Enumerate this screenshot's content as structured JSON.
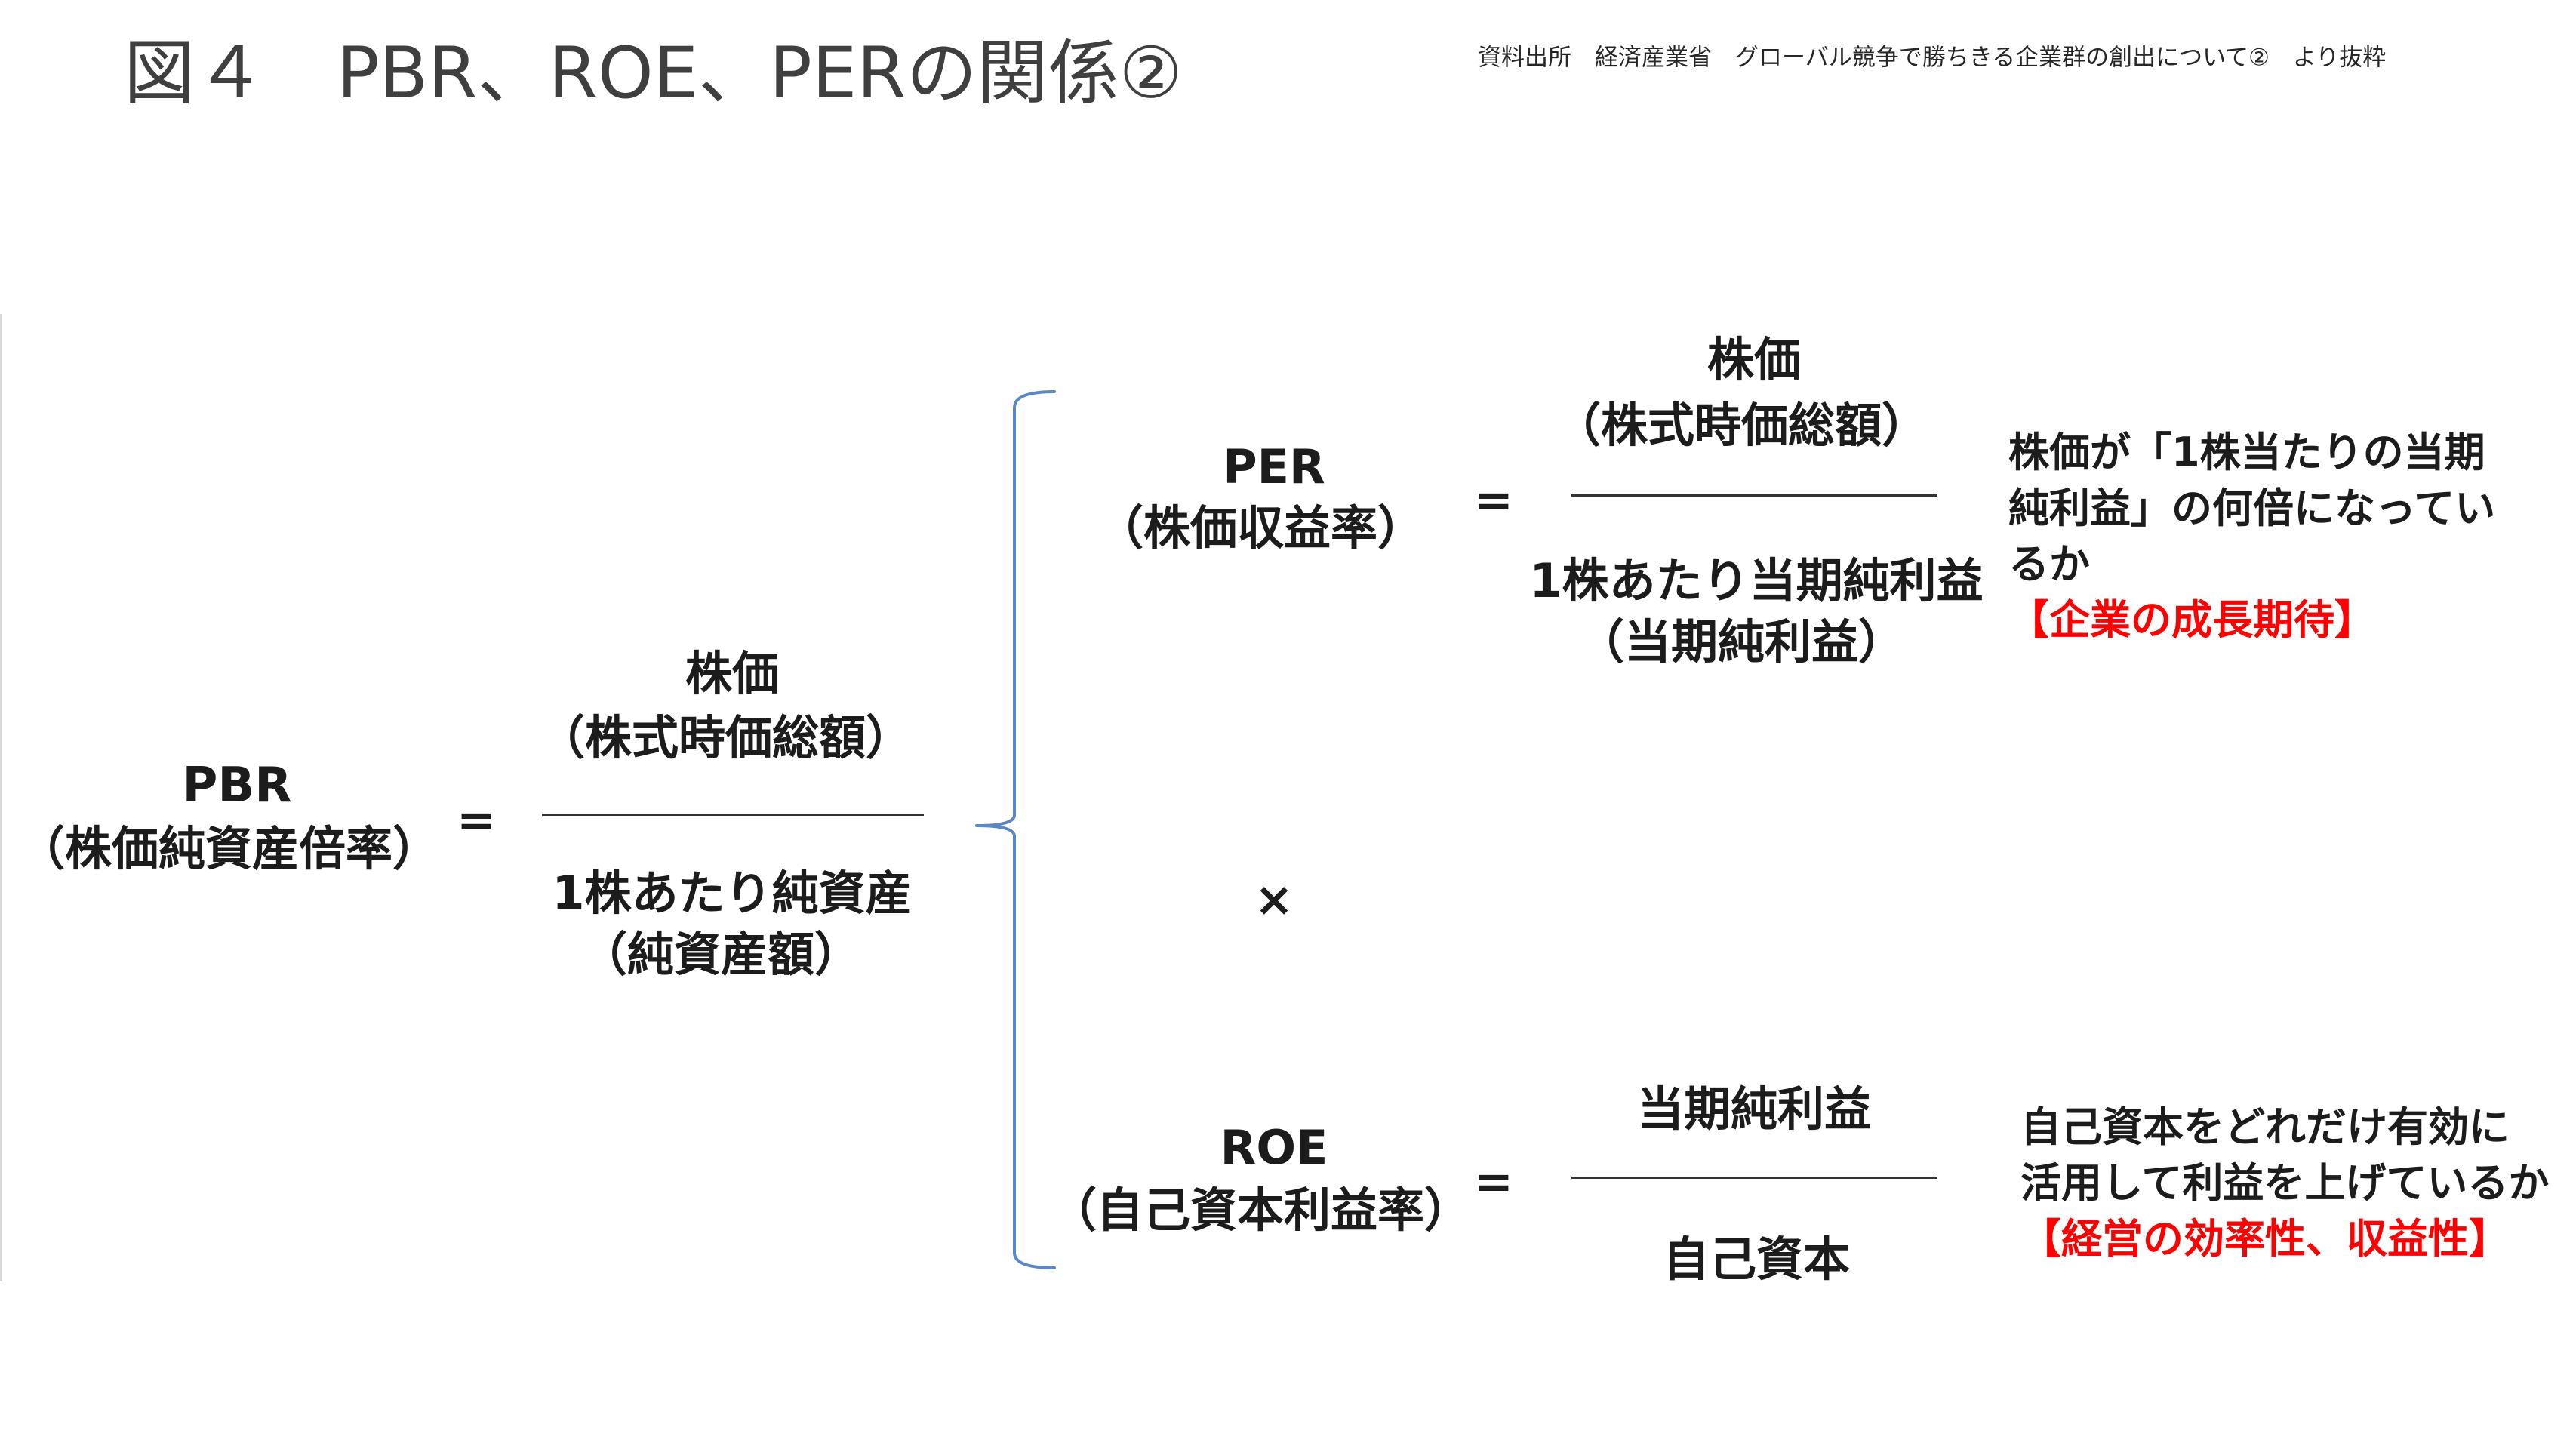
{
  "title": "図４　PBR、ROE、PERの関係②",
  "source_note": "資料出所　経済産業省　グローバル競争で勝ちきる企業群の創出について②　より抜粋",
  "pbr": {
    "abbr": "PBR",
    "name": "（株価純資産倍率）",
    "equals": "=",
    "numerator": [
      "株価",
      "（株式時価総額）"
    ],
    "denominator": [
      "1株あたり純資産",
      "（純資産額）"
    ]
  },
  "per": {
    "abbr": "PER",
    "name": "（株価収益率）",
    "equals": "=",
    "numerator": [
      "株価",
      "（株式時価総額）"
    ],
    "denominator": [
      "1株あたり当期純利益",
      "（当期純利益）"
    ],
    "note": [
      "株価が「1株当たりの当期",
      "純利益」の何倍になってい",
      "るか"
    ],
    "note_highlight": "【企業の成長期待】"
  },
  "operator": "×",
  "roe": {
    "abbr": "ROE",
    "name": "（自己資本利益率）",
    "equals": "=",
    "numerator": [
      "当期純利益"
    ],
    "denominator": [
      "自己資本"
    ],
    "note": [
      "自己資本をどれだけ有効に",
      "活用して利益を上げているか"
    ],
    "note_highlight": "【経営の効率性、収益性】"
  },
  "colors": {
    "title": "#3f3f3f",
    "text": "#1c1c1c",
    "highlight": "#ff0000",
    "brace": "#5b87c5",
    "rule": "#333333"
  }
}
